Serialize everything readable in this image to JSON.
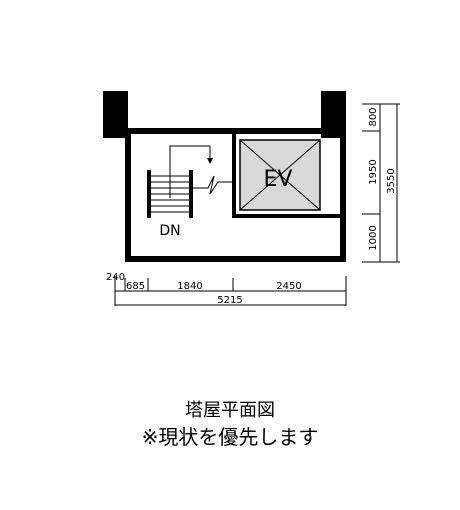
{
  "plan": {
    "elevator_label": "EV",
    "stair_label": "DN"
  },
  "dimensions": {
    "bottom_row": [
      "240",
      "685",
      "1840",
      "2450"
    ],
    "bottom_total": "5215",
    "right_col": [
      "800",
      "1950",
      "1000"
    ],
    "right_total": "3550"
  },
  "caption": {
    "title": "塔屋平面図",
    "note": "※現状を優先します"
  }
}
